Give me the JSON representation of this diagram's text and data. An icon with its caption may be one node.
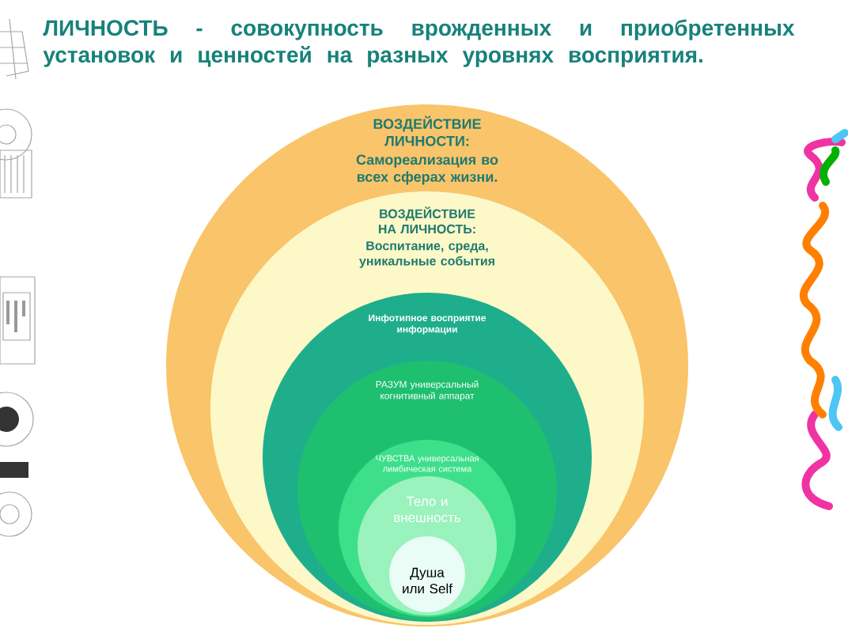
{
  "diagram": {
    "title": "ЛИЧНОСТЬ - совокупность врожденных и приобретенных установок и ценностей на разных уровнях восприятия.",
    "nodes": [
      {
        "text": [
          "ВОЗДЕЙСТВИЕ ЛИЧНОСТИ:",
          "Самореализация во всех сферах жизни."
        ]
      },
      {
        "text": [
          "ВОЗДЕЙСТВИЕ НА ЛИЧНОСТЬ:",
          "Воспитание, среда, уникальные события"
        ],
        "in": 0
      },
      {
        "text": [
          "Инфотипное восприятие информации"
        ],
        "in": 1
      },
      {
        "text": [
          "РАЗУМ универсальный когнитивный аппарат"
        ],
        "in": 2
      },
      {
        "text": [
          "ЧУВСТВА универсальная лимбическая система"
        ],
        "in": 3
      },
      {
        "text": [
          "Тело и внешность"
        ],
        "in": 4
      },
      {
        "text": [
          "Душа или Self"
        ],
        "in": 5
      }
    ]
  }
}
